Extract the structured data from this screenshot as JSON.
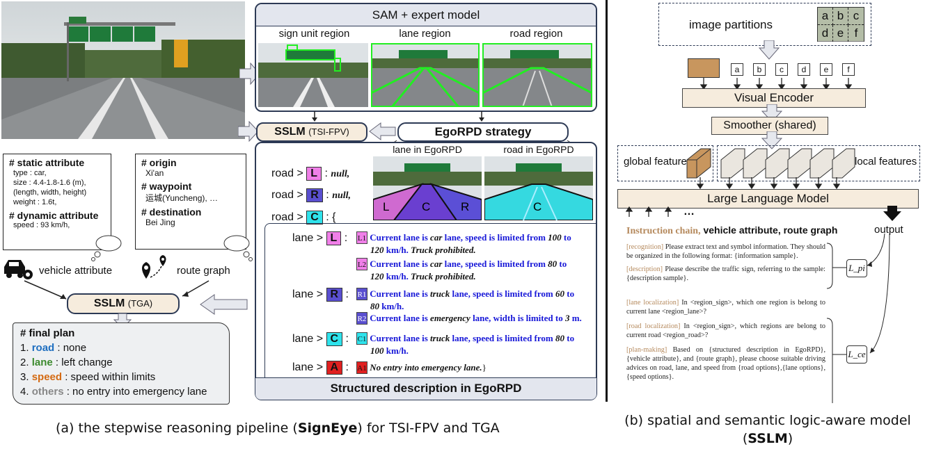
{
  "sam_title": "SAM + expert model",
  "regions": {
    "sign": "sign unit region",
    "lane": "lane region",
    "road": "road region"
  },
  "sslm_fpv": {
    "name": "SSLM",
    "suffix": "(TSI-FPV)"
  },
  "ego_strategy": "EgoRPD strategy",
  "ego_lane_label": "lane in EgoRPD",
  "ego_road_label": "road in EgoRPD",
  "partition_labels": {
    "l": "L",
    "c": "C",
    "r": "R"
  },
  "static_box": {
    "h1": "# static attribute",
    "l1": "type : car,",
    "l2": "size : 4.4-1.8-1.6 (m),",
    "l3": "(length, width, height)",
    "l4": "weight : 1.6t,",
    "h2": "# dynamic attribute",
    "l5": "speed : 93 km/h,"
  },
  "route_box": {
    "h1": "# origin",
    "v1": "Xi'an",
    "h2": "# waypoint",
    "v2": "运城(Yuncheng), …",
    "h3": "# destination",
    "v3": "Bei Jing"
  },
  "vehicle_attr": "vehicle attribute",
  "route_graph": "route graph",
  "sslm_tga": {
    "name": "SSLM",
    "suffix": "(TGA)"
  },
  "final_plan": {
    "title": "# final plan",
    "i1n": "1.",
    "i1k": "road",
    "i1v": ": none",
    "i2n": "2.",
    "i2k": "lane",
    "i2v": ": left change",
    "i3n": "3.",
    "i3k": "speed",
    "i3v": ": speed within limits",
    "i4n": "4.",
    "i4k": "others",
    "i4v": ": no entry into emergency lane"
  },
  "structured": {
    "road": "road >",
    "lane": "lane >",
    "colon": ":",
    "L": "L",
    "R": "R",
    "C": "C",
    "A": "A",
    "null1": "null,",
    "null2": "null,",
    "brace": ": {",
    "L1": "L1",
    "L2": "L2",
    "R1": "R1",
    "R2": "R2",
    "C1": "C1",
    "A1": "A1",
    "l1a": "Current lane is ",
    "l1b": "car",
    "l1c": " lane, speed is limited from ",
    "l1d": "100",
    "l1e": " to",
    "l1f": "120",
    "l1g": " km/h. ",
    "l1h": "Truck prohibited.",
    "l2a": "Current lane is ",
    "l2b": "car",
    "l2c": " lane, speed is limited from ",
    "l2d": "80",
    "l2e": " to",
    "l2f": "120",
    "l2g": " km/h. ",
    "l2h": "Truck prohibited.",
    "r1a": "Current lane is ",
    "r1b": "truck",
    "r1c": " lane, speed is limited from ",
    "r1d": "60",
    "r1e": " to",
    "r1f": "80",
    "r1g": " km/h.",
    "r2a": "Current lane is ",
    "r2b": "emergency",
    "r2c": " lane, width is limited to ",
    "r2d": "3",
    "r2e": " m.",
    "c1a": "Current lane is ",
    "c1b": "truck",
    "c1c": " lane, speed is limited from ",
    "c1d": "80",
    "c1e": " to",
    "c1f": "100",
    "c1g": " km/h.",
    "a1": "No entry into emergency lane.",
    "a1close": "}"
  },
  "structured_title": "Structured description in EgoRPD",
  "caption_a_pre": "(a) the stepwise reasoning pipeline (",
  "caption_a_bold": "SignEye",
  "caption_a_post": ") for TSI-FPV and TGA",
  "right": {
    "image_partitions": "image partitions",
    "grid": [
      "a",
      "b",
      "c",
      "d",
      "e",
      "f"
    ],
    "tokens": [
      "a",
      "b",
      "c",
      "d",
      "e",
      "f"
    ],
    "visual_encoder": "Visual Encoder",
    "smoother": "Smoother (shared)",
    "global_feature": "global feature",
    "local_features": "local features",
    "llm": "Large Language Model",
    "dots": "…",
    "instr_label": "Instruction chain,",
    "instr_rest": " vehicle attribute, route graph",
    "output": "output",
    "p1tag": "[recognition]",
    "p1": " Please extract text and symbol information. They should be organized in  the following format: {information sample}.",
    "p2tag": "[description]",
    "p2": " Please describe the traffic sign, referring to the sample: {description sample}.",
    "p3tag": "[lane localization]",
    "p3": " In <region_sign>, which one region is belong to current lane <region_lane>?",
    "p4tag": "[road localization]",
    "p4": " In <region_sign>, which regions are belong to current road <region_road>?",
    "p5tag": "[plan-making]",
    "p5": " Based on {structured description in EgoRPD}, {vehicle attribute}, and {route graph}, please choose suitable driving advices on road, lane, and speed from {road options},{lane options},{speed options}.",
    "loss1": "L_pi",
    "loss2": "L_ce"
  },
  "caption_b_line1": "(b) spatial and semantic logic-aware model",
  "caption_b_pre": "(",
  "caption_b_bold": "SSLM",
  "caption_b_post": ")",
  "colors": {
    "L": "#f07fe8",
    "R": "#5a4fd0",
    "C": "#2fe3ec",
    "A": "#e02020",
    "road": "#1f6fc0",
    "lane": "#3c8a2e",
    "speed": "#d46a12",
    "others": "#888888",
    "tan": "#b5895c",
    "navy": "#2d3a55"
  }
}
